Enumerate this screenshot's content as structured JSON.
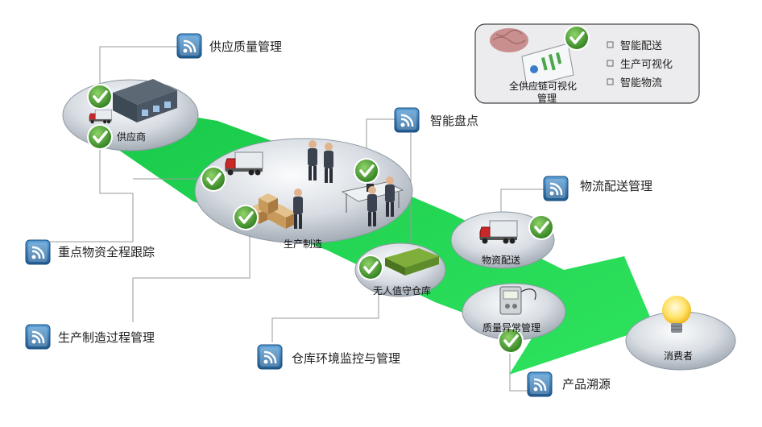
{
  "nodes": {
    "supplier": "供应商",
    "production": "生产制造",
    "unmanned_warehouse": "无人值守仓库",
    "delivery": "物资配送",
    "quality_exception": "质量异常管理",
    "consumer": "消费者"
  },
  "callouts": {
    "supply_quality": "供应质量管理",
    "smart_inventory": "智能盘点",
    "logistics_delivery": "物流配送管理",
    "key_material_tracking": "重点物资全程跟踪",
    "production_process": "生产制造过程管理",
    "warehouse_monitoring": "仓库环境监控与管理",
    "product_traceability": "产品溯源"
  },
  "legend": {
    "title_line1": "全供应链可视化",
    "title_line2": "管理",
    "items": [
      "智能配送",
      "生产可视化",
      "智能物流"
    ]
  },
  "colors": {
    "arrow_green": "#22dd55",
    "check_green": "#3f9a2c",
    "icon_blue": "#2e6fa8",
    "platform_gray": "#c9d0d8"
  }
}
